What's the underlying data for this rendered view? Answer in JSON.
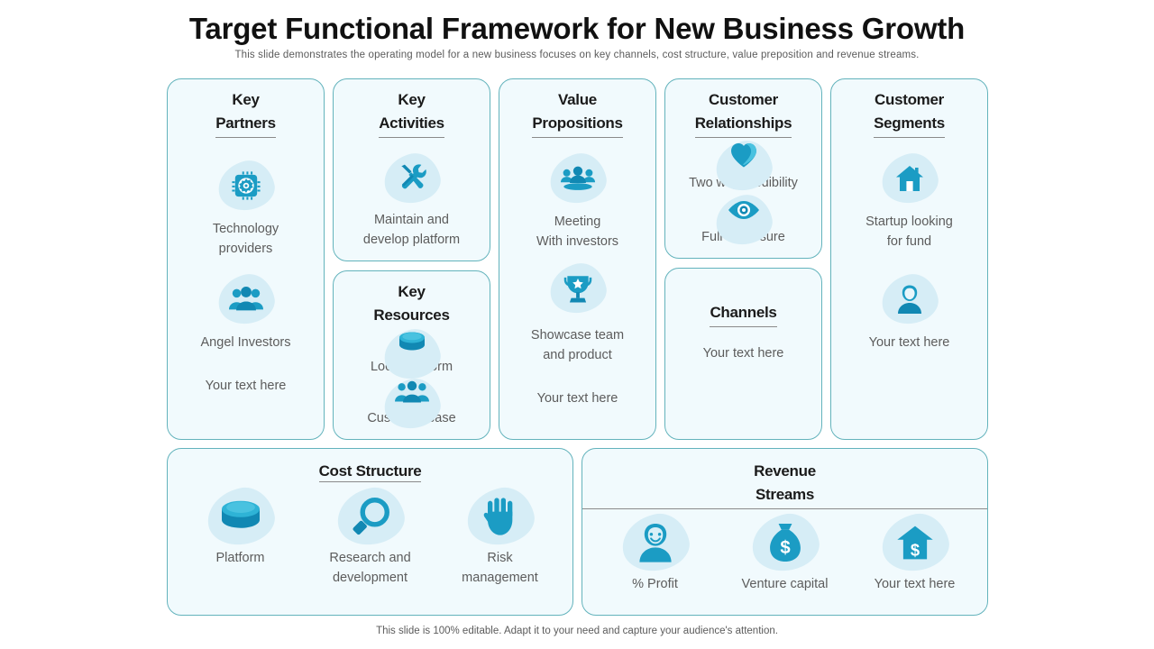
{
  "header": {
    "title": "Target Functional Framework for New Business Growth",
    "subtitle": "This slide demonstrates the operating model for a new business focuses on key channels, cost structure, value preposition and revenue streams."
  },
  "colors": {
    "icon_primary": "#1b9cc4",
    "icon_dark": "#1188b3",
    "blob": "#d6edf6",
    "card_bg": "#f1fafd",
    "card_border": "#63b3bc",
    "heading": "#1b1b1b",
    "label": "#5c5c5c"
  },
  "canvas": {
    "key_partners": {
      "title_line1": "Key",
      "title_line2": "Partners",
      "items": [
        {
          "icon": "microchip-icon",
          "label_line1": "Technology",
          "label_line2": "providers"
        },
        {
          "icon": "people-group-icon",
          "label_line1": "Angel Investors",
          "label_line2": ""
        }
      ],
      "placeholder": "Your text here"
    },
    "key_activities": {
      "title_line1": "Key",
      "title_line2": "Activities",
      "items": [
        {
          "icon": "tools-icon",
          "label_line1": "Maintain and",
          "label_line2": "develop platform"
        }
      ]
    },
    "key_resources": {
      "title_line1": "Key",
      "title_line2": "Resources",
      "items": [
        {
          "icon": "database-icon",
          "label_line1": "Local platform",
          "label_line2": ""
        },
        {
          "icon": "customers-icon",
          "label_line1": "Customer base",
          "label_line2": ""
        }
      ]
    },
    "value_propositions": {
      "title_line1": "Value",
      "title_line2": "Propositions",
      "items": [
        {
          "icon": "meeting-icon",
          "label_line1": "Meeting",
          "label_line2": "With investors"
        },
        {
          "icon": "trophy-icon",
          "label_line1": "Showcase team",
          "label_line2": "and product"
        }
      ],
      "placeholder": "Your text here"
    },
    "customer_relationships": {
      "title_line1": "Customer",
      "title_line2": "Relationships",
      "items": [
        {
          "icon": "heart-icon",
          "label_line1": "Two way credibility",
          "label_line2": ""
        },
        {
          "icon": "eye-icon",
          "label_line1": "Full disclosure",
          "label_line2": ""
        }
      ]
    },
    "channels": {
      "title_line1": "Channels",
      "title_line2": "",
      "placeholder": "Your text here"
    },
    "customer_segments": {
      "title_line1": "Customer",
      "title_line2": "Segments",
      "items": [
        {
          "icon": "home-icon",
          "label_line1": "Startup looking",
          "label_line2": "for fund"
        },
        {
          "icon": "user-icon",
          "label_line1": "Your text here",
          "label_line2": ""
        }
      ]
    }
  },
  "bottom": {
    "cost_structure": {
      "title": "Cost Structure",
      "items": [
        {
          "icon": "database-icon",
          "label_line1": "Platform",
          "label_line2": ""
        },
        {
          "icon": "magnifier-icon",
          "label_line1": "Research and",
          "label_line2": "development"
        },
        {
          "icon": "hand-icon",
          "label_line1": "Risk",
          "label_line2": "management"
        }
      ]
    },
    "revenue_streams": {
      "title_line1": "Revenue",
      "title_line2": "Streams",
      "items": [
        {
          "icon": "person-icon",
          "label_line1": "% Profit",
          "label_line2": ""
        },
        {
          "icon": "money-bag-icon",
          "label_line1": "Venture capital",
          "label_line2": ""
        },
        {
          "icon": "bank-icon",
          "label_line1": "Your text here",
          "label_line2": ""
        }
      ]
    }
  },
  "footer": {
    "note": "This slide is 100% editable. Adapt it to your need and capture your audience's attention."
  }
}
